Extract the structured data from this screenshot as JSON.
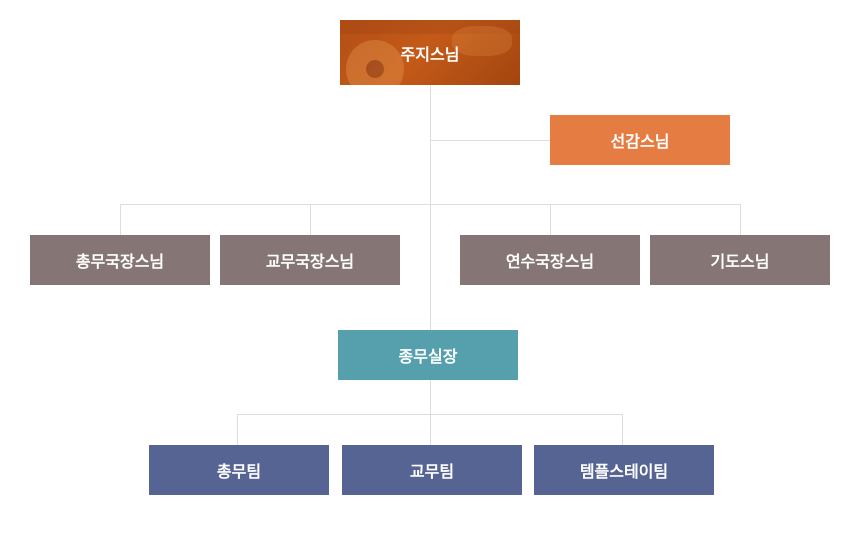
{
  "head": {
    "label": "주지스님"
  },
  "advisor": {
    "label": "선감스님"
  },
  "directors": [
    {
      "label": "총무국장스님"
    },
    {
      "label": "교무국장스님"
    },
    {
      "label": "연수국장스님"
    },
    {
      "label": "기도스님"
    }
  ],
  "chief": {
    "label": "종무실장"
  },
  "teams": [
    {
      "label": "총무팀"
    },
    {
      "label": "교무팀"
    },
    {
      "label": "템플스테이팀"
    }
  ],
  "colors": {
    "head": "#b24f15",
    "advisor": "#e57c42",
    "directors": "#857575",
    "chief": "#56a0ad",
    "teams": "#566493",
    "connector": "#dddddd"
  }
}
